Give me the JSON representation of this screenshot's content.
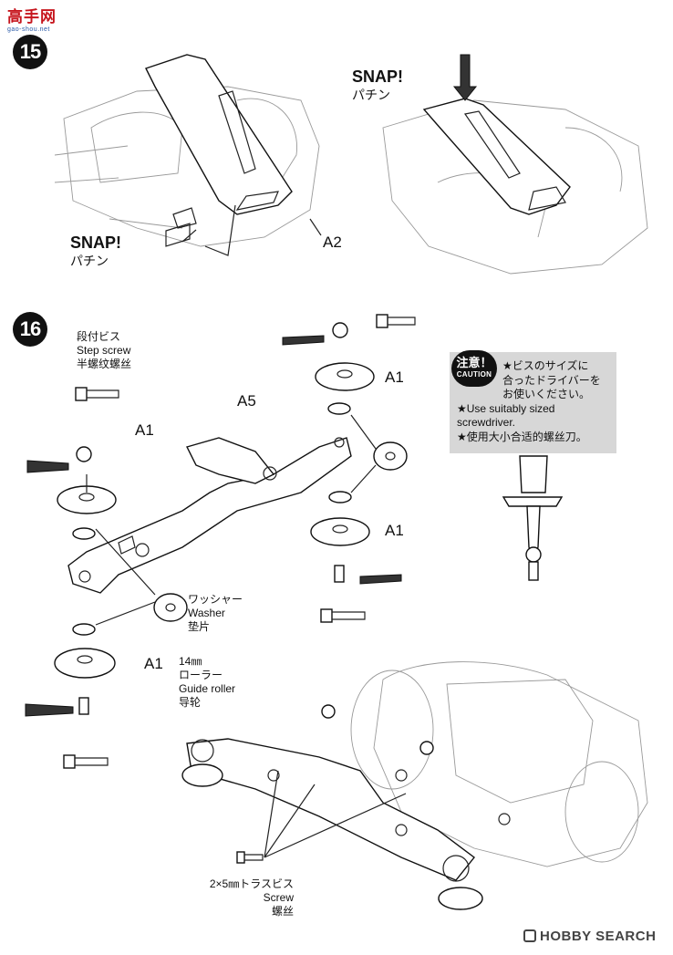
{
  "logo": {
    "brand": "高手网",
    "domain": "gao-shou.net"
  },
  "steps": {
    "s15": {
      "number": "15",
      "snap_left": "SNAP!",
      "snap_left_jp": "パチン",
      "snap_right": "SNAP!",
      "snap_right_jp": "パチン",
      "part_a2": "A2"
    },
    "s16": {
      "number": "16",
      "step_screw": {
        "jp": "段付ビス",
        "en": "Step screw",
        "cn": "半螺纹螺丝"
      },
      "washer": {
        "jp": "ワッシャー",
        "en": "Washer",
        "cn": "垫片"
      },
      "guide_roller": {
        "size": "14㎜",
        "jp": "ローラー",
        "en": "Guide roller",
        "cn": "导轮"
      },
      "screw": {
        "size": "2×5㎜トラスビス",
        "en": "Screw",
        "cn": "螺丝"
      },
      "part_a5": "A5",
      "part_a1": "A1"
    }
  },
  "caution": {
    "badge_jp": "注意！",
    "badge_en": "CAUTION",
    "line1": "★ビスのサイズに",
    "line2": "合ったドライバーを",
    "line3": "お使いください。",
    "line4": "★Use suitably sized",
    "line5": "screwdriver.",
    "line6": "★使用大小合适的螺丝刀。"
  },
  "watermark": "HOBBY SEARCH"
}
